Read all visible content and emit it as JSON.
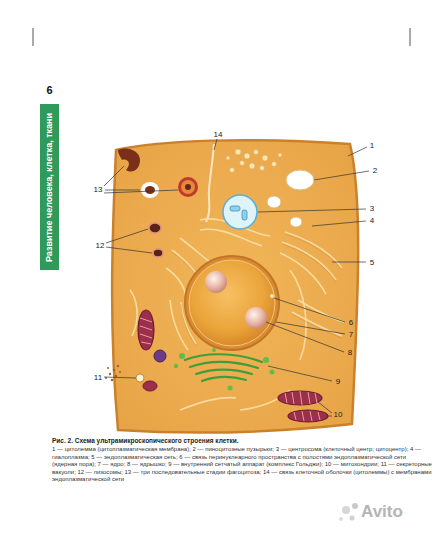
{
  "diagram": {
    "caption": "Рис. 2. Схема ультрамикроскопического строения клетки.",
    "nodes": [
      {
        "text": [
          "6",
          "Развитие человека, клетка, ткани"
        ]
      }
    ],
    "labels": [
      "14",
      "1",
      "13",
      "2",
      "3",
      "4",
      "12",
      "5",
      "6",
      "7",
      "8",
      "11",
      "9",
      "10",
      "1 — цитолемма (цитоплазматическая мембрана); 2 — пиноцитозные пузырьки; 3 — центросома (клеточный центр; цитоцентр); 4 — гиалоплазма; 5 — эндоплазматическая сеть; 6 — связь перинуклеарного пространства с полостями эндоплазматической сети (ядерная пора); 7 — ядро; 8 — ядрышко; 9 — внутренний сетчатый аппарат (комплекс Гольджи); 10 — митохондрии; 11 — секреторные вакуоли; 12 — лизосомы; 13 — три последовательные стадии фагоцитоза; 14 — связь клеточной оболочки (цитолеммы) с мембранами эндоплазматической сети",
      "Avito"
    ]
  }
}
